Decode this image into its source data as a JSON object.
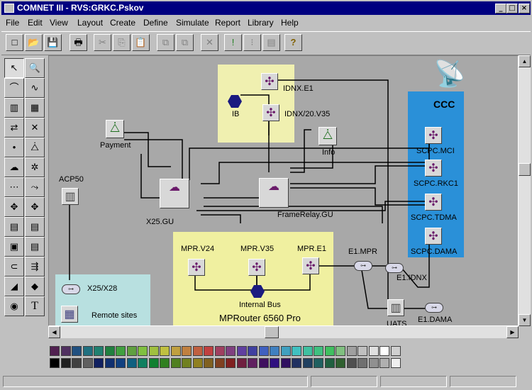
{
  "window": {
    "title": "COMNET III - RVS:GRKC.Pskov",
    "minimize": "_",
    "maximize": "□",
    "close": "×"
  },
  "menu": [
    "File",
    "Edit",
    "View",
    "Layout",
    "Create",
    "Define",
    "Simulate",
    "Report",
    "Library",
    "Help"
  ],
  "toolbar": {
    "new": "□",
    "open": "📂",
    "save": "💾",
    "print": "🖶",
    "cut": "✂",
    "copy": "⎘",
    "paste": "📋",
    "t8": "⧉",
    "t9": "⧉",
    "delete": "✕",
    "t11": "!",
    "t12": "⁝",
    "t13": "▤",
    "help": "?"
  },
  "palette": [
    "↖",
    "🔍",
    "⌒",
    "∿",
    "▥",
    "▦",
    "⇄",
    "✕",
    "•",
    "⧊",
    "☁",
    "✲",
    "⋯",
    "⤳",
    "✥",
    "✥",
    "▤",
    "▤",
    "▣",
    "▤",
    "⊂",
    "⇶",
    "◢",
    "◆",
    "◉",
    "T"
  ],
  "diagram": {
    "ccc_title": "CCC",
    "nodes": {
      "idnx_e1": "IDNX.E1",
      "ib": "IB",
      "idnx_20v35": "IDNX/20.V35",
      "payment": "Payment",
      "info": "Info",
      "acp50": "ACP50",
      "x25gu": "X25.GU",
      "framerelay": "FrameRelay.GU",
      "scpc_mci": "SCPC.MCI",
      "scpc_rkc1": "SCPC.RKC1",
      "scpc_tdma": "SCPC.TDMA",
      "scpc_dama": "SCPC.DAMA",
      "mpr_v24": "MPR.V24",
      "mpr_v35": "MPR.V35",
      "mpr_e1": "MPR.E1",
      "e1_mpr": "E1.MPR",
      "e1_idnx": "E1.IDNX",
      "internal_bus": "Internal Bus",
      "mprouter": "MPRouter 6560 Pro",
      "x25_x28": "X25/X28",
      "remote_sites": "Remote sites",
      "uats": "UATS",
      "e1_dama": "E1.DAMA"
    }
  },
  "colors": {
    "ib_region": "#f0f0b0",
    "mpr_region": "#f0f0a0",
    "ccc_region": "#2a90d8",
    "remote_region": "#b8e0e0",
    "canvas": "#a8a8a8",
    "titlebar": "#000080"
  },
  "swatches_row1": [
    "#502050",
    "#503060",
    "#205080",
    "#207080",
    "#208070",
    "#208040",
    "#40a040",
    "#60a040",
    "#80c040",
    "#a0c040",
    "#c0c040",
    "#c0a040",
    "#c08040",
    "#c06040",
    "#c04040",
    "#a04060",
    "#804080",
    "#6040a0",
    "#4040a0",
    "#4060c0",
    "#4080c0",
    "#40a0c0",
    "#40c0c0",
    "#40c0a0",
    "#40c080",
    "#40c060",
    "#80c080",
    "#a0a0a0",
    "#c0c0c0",
    "#e0e0e0",
    "#ffffff",
    "#d0d0d0"
  ],
  "swatches_row2": [
    "#000000",
    "#202020",
    "#404040",
    "#606060",
    "#102060",
    "#103070",
    "#104080",
    "#106080",
    "#108060",
    "#108030",
    "#308020",
    "#508020",
    "#708020",
    "#908020",
    "#806020",
    "#804020",
    "#802020",
    "#702040",
    "#602060",
    "#401060",
    "#301080",
    "#301060",
    "#203060",
    "#204060",
    "#206060",
    "#206040",
    "#306030",
    "#505050",
    "#707070",
    "#909090",
    "#b0b0b0",
    "#f0f0f0"
  ]
}
